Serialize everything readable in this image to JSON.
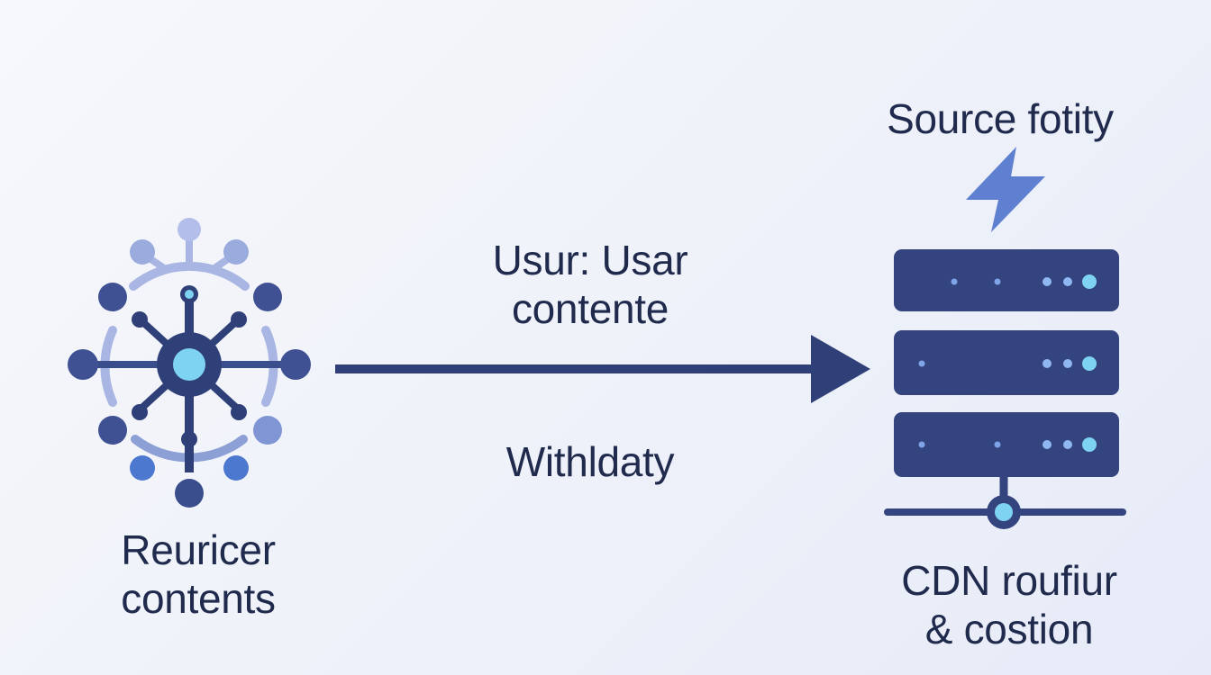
{
  "diagram": {
    "left_node": {
      "label_line1": "Reuricer",
      "label_line2": "contents",
      "icon": "network-hub-icon"
    },
    "connector": {
      "label_top_line1": "Usur: Usar",
      "label_top_line2": "contente",
      "label_bottom": "Withldaty",
      "icon": "arrow-right-icon"
    },
    "right_node": {
      "title": "Source fotity",
      "label_line1": "CDN roufiur",
      "label_line2": "& costion",
      "icon": "server-stack-icon",
      "badge_icon": "lightning-bolt-icon"
    }
  },
  "colors": {
    "navy": "#2f3f78",
    "accent_cyan": "#7fd3f2",
    "soft_blue": "#8da0d6",
    "bolt": "#5f7fd0",
    "text": "#1f2a4d"
  }
}
